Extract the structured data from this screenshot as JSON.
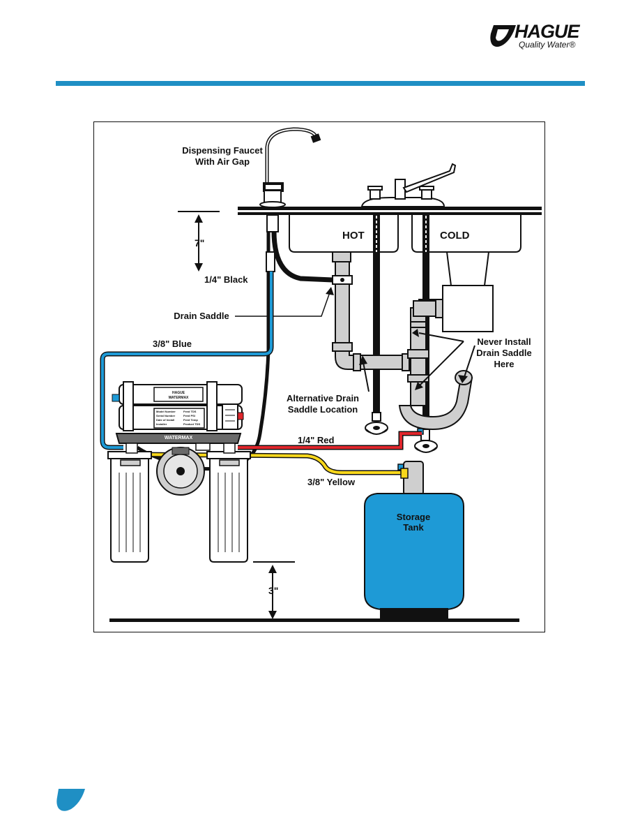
{
  "brand": {
    "name": "HAGUE",
    "tagline": "Quality Water®",
    "accent_color": "#1f8fc4"
  },
  "diagram": {
    "labels": {
      "faucet": [
        "Dispensing Faucet",
        "With Air Gap"
      ],
      "hot": "HOT",
      "cold": "COLD",
      "dim_top": "7\"",
      "black_tube": "1/4\" Black",
      "drain_saddle": "Drain Saddle",
      "blue_tube": "3/8\" Blue",
      "never_install": [
        "Never Install",
        "Drain Saddle",
        "Here"
      ],
      "alt_drain": [
        "Alternative Drain",
        "Saddle Location"
      ],
      "red_tube": "1/4\" Red",
      "yellow_tube": "3/8\" Yellow",
      "storage_tank": [
        "Storage",
        "Tank"
      ],
      "dim_bottom": "3\""
    },
    "unit_label": {
      "brand": "HAGUE",
      "model": "WATERMAX",
      "fields": [
        "Model Number",
        "Serial Number",
        "Date of Install",
        "Installer"
      ],
      "fields_right": [
        "Feed TDS",
        "Feed PSI",
        "Feed Temp",
        "Product TDS"
      ]
    },
    "tube_colors": {
      "black": "#111111",
      "blue": "#1e9ad6",
      "red": "#e0262c",
      "yellow": "#f8d71b"
    }
  }
}
